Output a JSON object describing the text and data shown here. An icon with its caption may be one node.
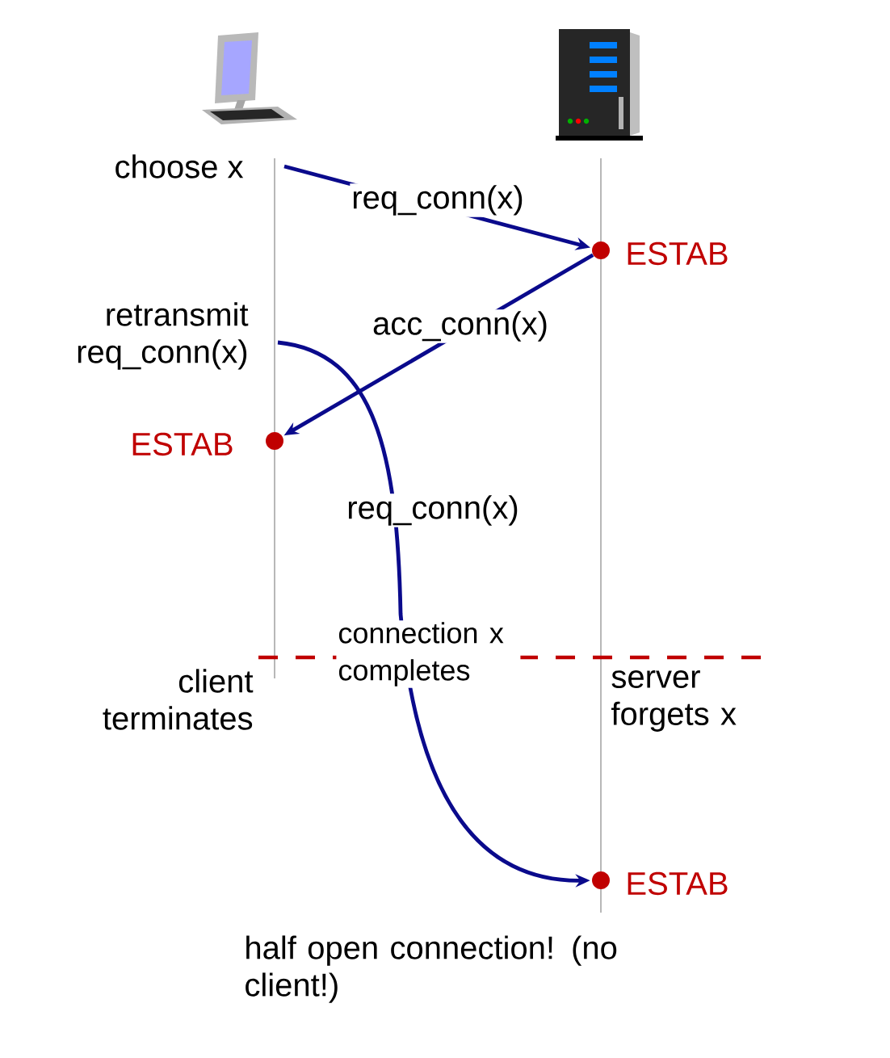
{
  "diagram": {
    "nodes": [
      {
        "text": [],
        "shape": "picture"
      },
      {
        "text": [],
        "shape": "picture"
      },
      {
        "text": [
          "choose x"
        ]
      },
      {
        "text": [
          "ESTAB"
        ]
      },
      {
        "text": [
          "retransmit req_conn(x)"
        ]
      },
      {
        "text": [
          "ESTAB"
        ]
      },
      {
        "text": [
          "ESTAB"
        ]
      }
    ],
    "edges": [
      {
        "from": 2,
        "to": 3,
        "arrow": "to",
        "label": "req_conn(x)"
      },
      {
        "from": 3,
        "to": 5,
        "arrow": "to",
        "label": "acc_conn(x)"
      },
      {
        "from": 4,
        "to": 6,
        "arrow": "to",
        "label": "req_conn(x)"
      }
    ],
    "labels": [
      "connection x completes",
      "client terminates",
      "server forgets x",
      "half open connection! (no client!)"
    ]
  }
}
